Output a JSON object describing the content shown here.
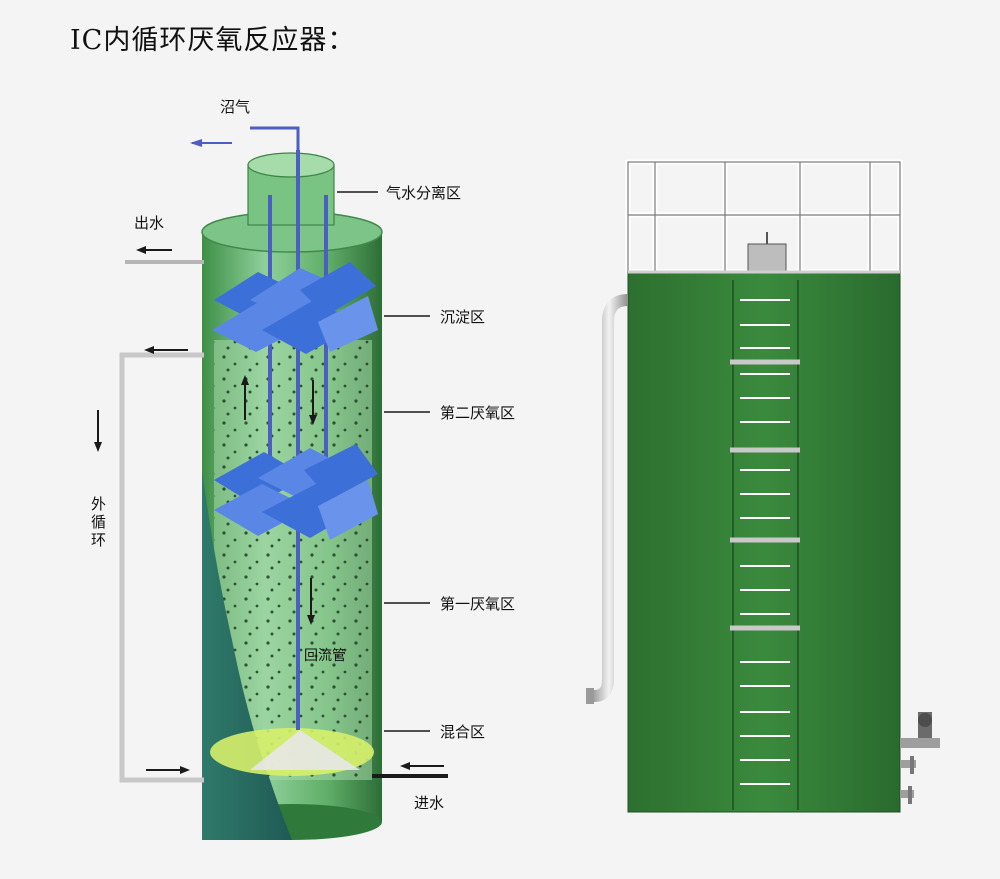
{
  "title": "IC内循环厌氧反应器：",
  "labels": {
    "biogas": "沼气",
    "gas_water_separation": "气水分离区",
    "outlet_water": "出水",
    "settling_zone": "沉淀区",
    "second_anaerobic_zone": "第二厌氧区",
    "external_circulation": "外循环",
    "first_anaerobic_zone": "第一厌氧区",
    "return_pipe": "回流管",
    "mixing_zone": "混合区",
    "inlet_water": "进水"
  },
  "colors": {
    "tank_green": "#2f7a3a",
    "tank_light": "#6fbf73",
    "pipe_blue": "#4a5fc1",
    "baffle_blue": "#3d6fd8",
    "mixing_yellow": "#d6f06a",
    "rail_white": "#ffffff",
    "pipe_gray": "#b9b9b9"
  }
}
